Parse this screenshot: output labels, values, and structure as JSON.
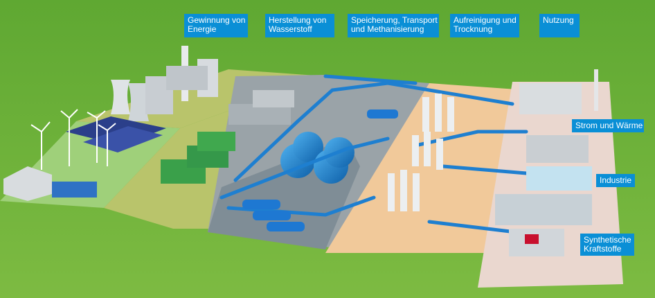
{
  "stages": [
    {
      "line1": "Gewinnung von",
      "line2": "Energie"
    },
    {
      "line1": "Herstellung von",
      "line2": "Wasserstoff"
    },
    {
      "line1": "Speicherung, Transport",
      "line2": "und Methanisierung"
    },
    {
      "line1": "Aufreinigung und",
      "line2": "Trocknung"
    },
    {
      "line1": "Nutzung",
      "line2": ""
    }
  ],
  "uses": [
    {
      "line1": "Strom und Wärme",
      "line2": ""
    },
    {
      "line1": "Industrie",
      "line2": ""
    },
    {
      "line1": "Synthetische",
      "line2": "Kraftstoffe"
    }
  ],
  "colors": {
    "grass": "#6bb03a",
    "label_bg": "#0a8fd6",
    "pipe": "#1e7fd0",
    "zone_energy": "#b8c46a",
    "zone_hydrogen": "#c9c88c",
    "zone_storage": "#8e9aa3",
    "zone_purification": "#f1c99a",
    "zone_use": "#ead7cf"
  }
}
